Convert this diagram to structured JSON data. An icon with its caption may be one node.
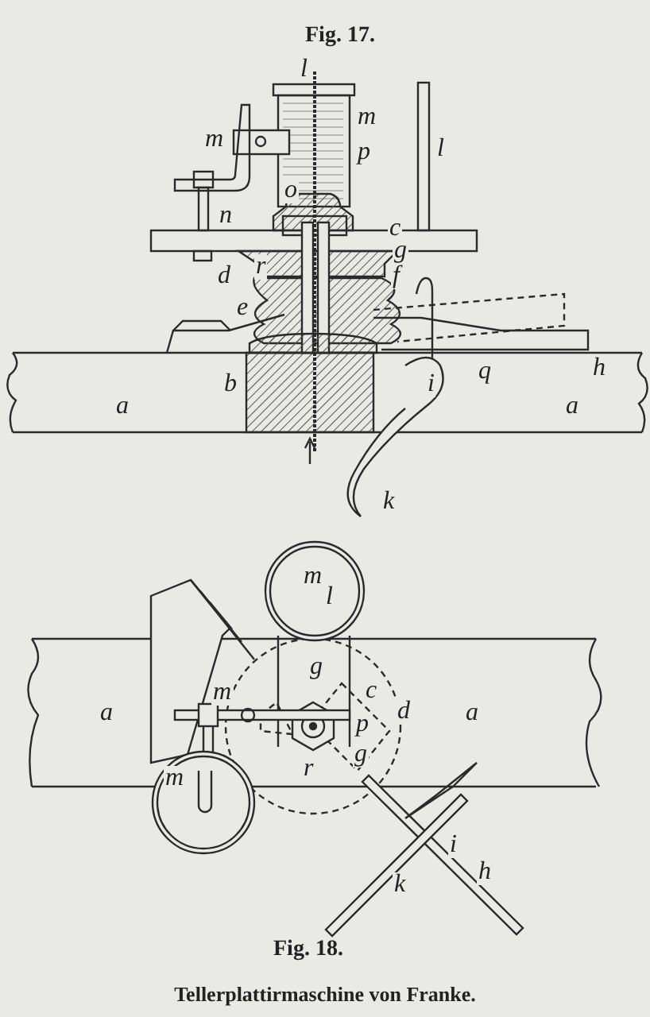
{
  "diagram": {
    "caption": "Tellerplattirmaschine von Franke.",
    "labels": [
      "Fig. 17.",
      "l",
      "m",
      "m",
      "p",
      "l",
      "o",
      "n",
      "r",
      "c",
      "g",
      "d",
      "f",
      "e",
      "q",
      "h",
      "b",
      "i",
      "a",
      "a",
      "k",
      "m",
      "l",
      "g",
      "m",
      "c",
      "d",
      "a",
      "a",
      "p",
      "g",
      "r",
      "m",
      "i",
      "h",
      "k",
      "Fig. 18."
    ]
  }
}
